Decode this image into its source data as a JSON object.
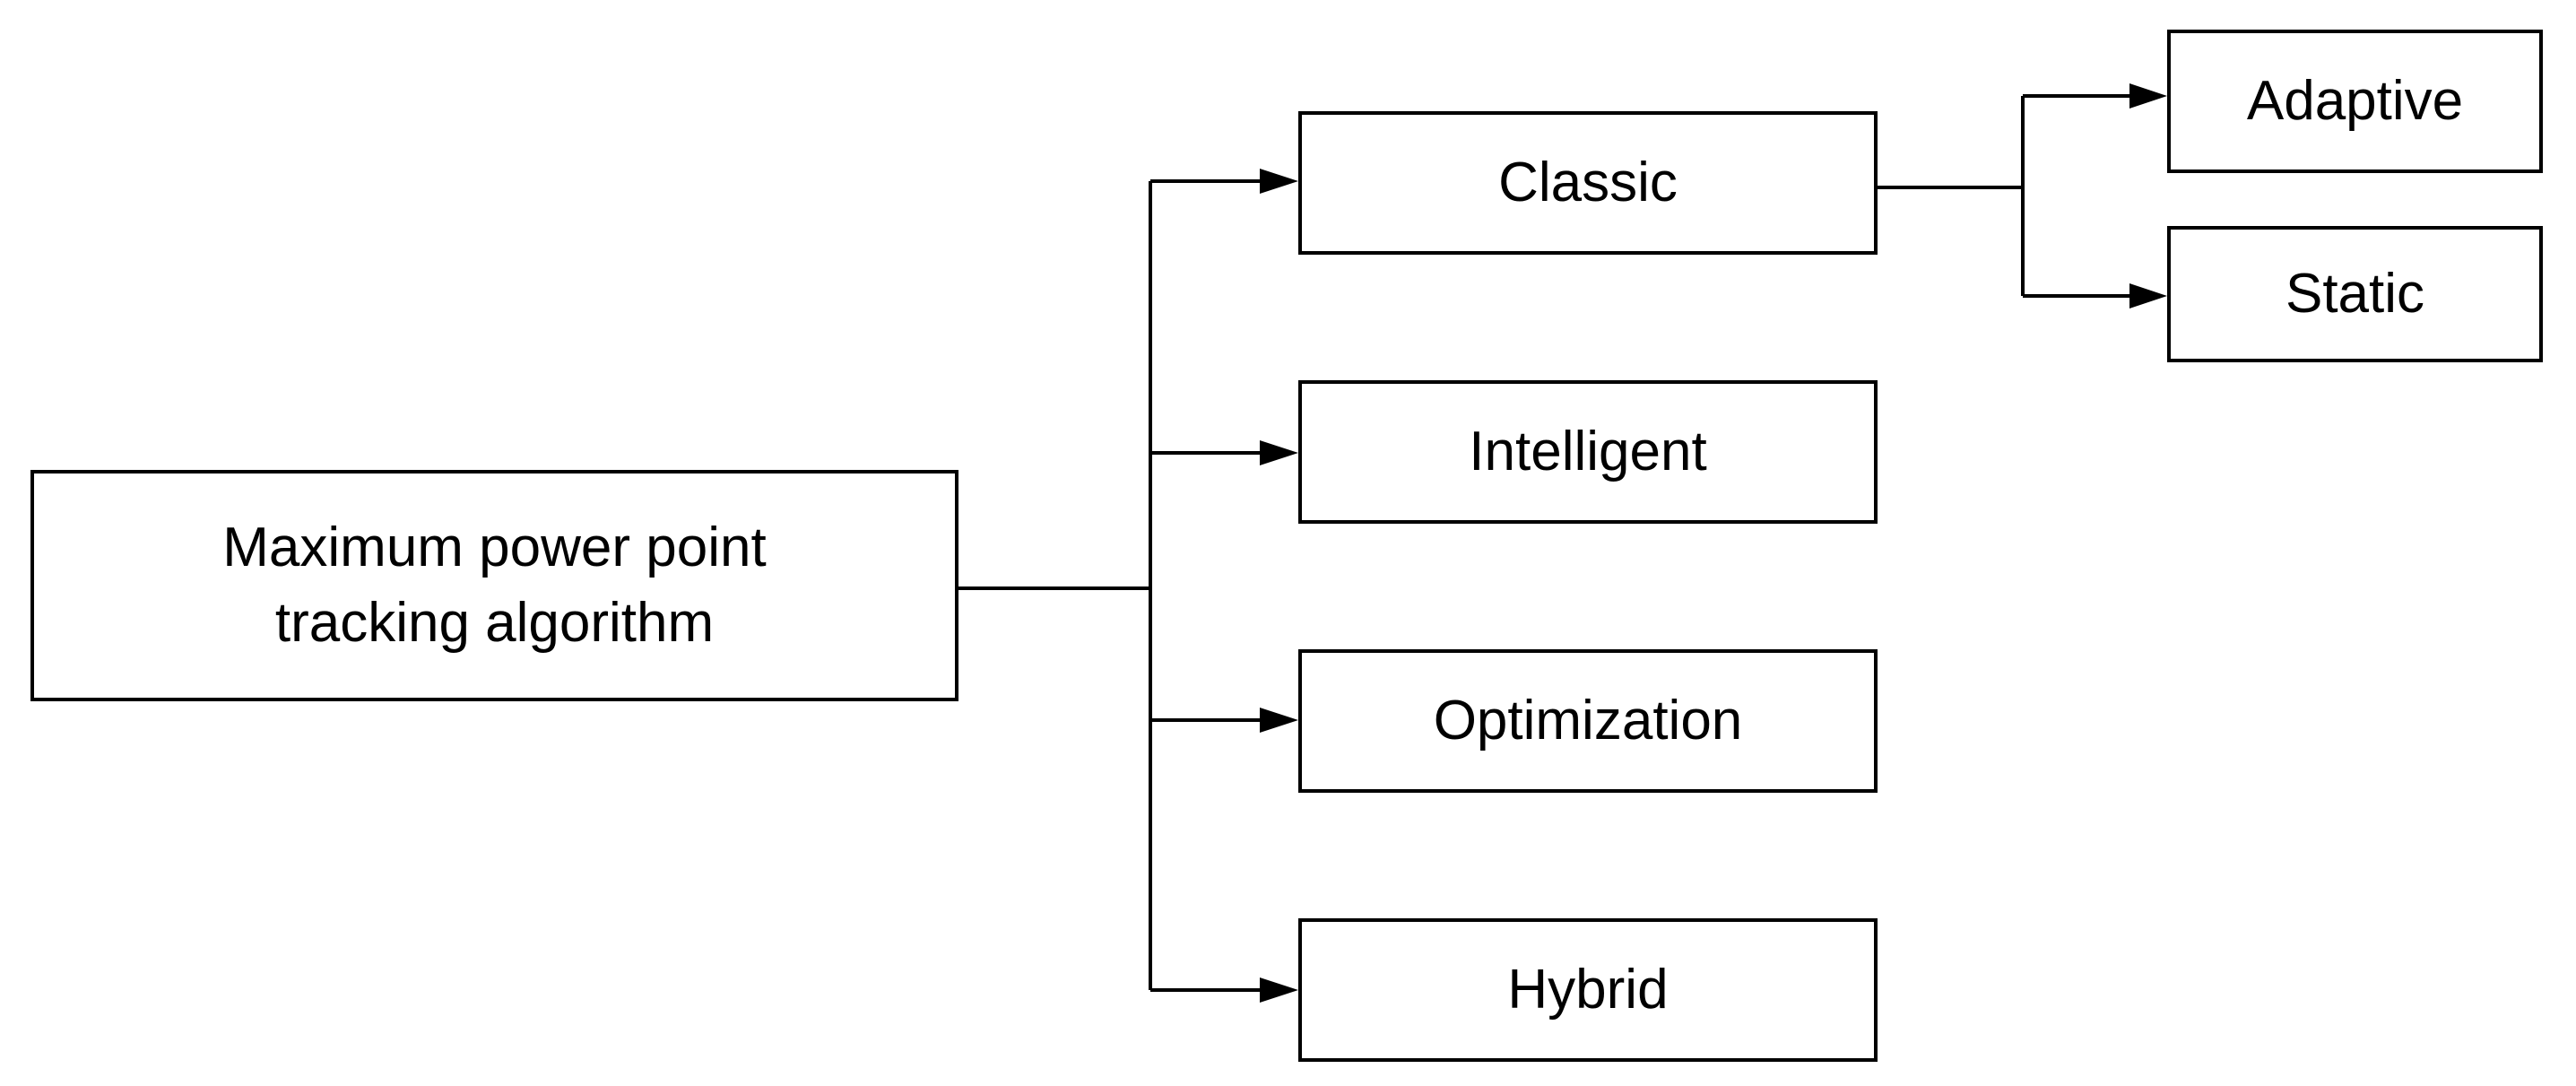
{
  "diagram": {
    "root": {
      "line1": "Maximum power point",
      "line2": "tracking algorithm"
    },
    "categories": [
      {
        "label": "Classic"
      },
      {
        "label": "Intelligent"
      },
      {
        "label": "Optimization"
      },
      {
        "label": "Hybrid"
      }
    ],
    "classic_subtypes": [
      {
        "label": "Adaptive"
      },
      {
        "label": "Static"
      }
    ],
    "colors": {
      "stroke": "#000000",
      "background": "#ffffff",
      "text": "#000000"
    }
  }
}
